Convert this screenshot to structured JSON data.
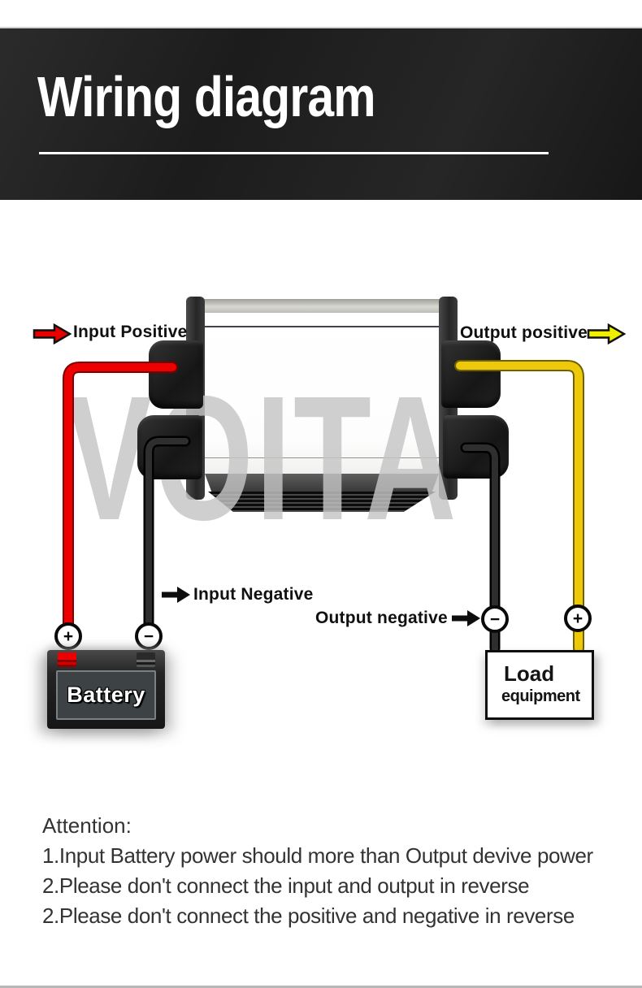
{
  "header": {
    "title": "Wiring diagram"
  },
  "watermark": "VOITA",
  "diagram": {
    "labels": {
      "input_positive": "Input Positive",
      "input_negative": "Input Negative",
      "output_positive": "Output positive",
      "output_negative": "Output negative"
    },
    "battery": {
      "label": "Battery"
    },
    "load": {
      "line1": "Load",
      "line2": "equipment"
    },
    "terminals": {
      "plus": "+",
      "minus": "−"
    },
    "colors": {
      "input_positive_wire": "#ec0000",
      "output_positive_wire": "#edc90a",
      "negative_wire": "#2e2e2e",
      "arrow_red": "#e80000",
      "arrow_yellow": "#eef000",
      "arrow_black": "#0d0d0d"
    }
  },
  "attention": {
    "heading": "Attention:",
    "items": [
      "1.Input Battery power should more than Output devive power",
      "2.Please don't connect the input and output in reverse",
      "2.Please don't connect the positive and negative in reverse"
    ]
  }
}
